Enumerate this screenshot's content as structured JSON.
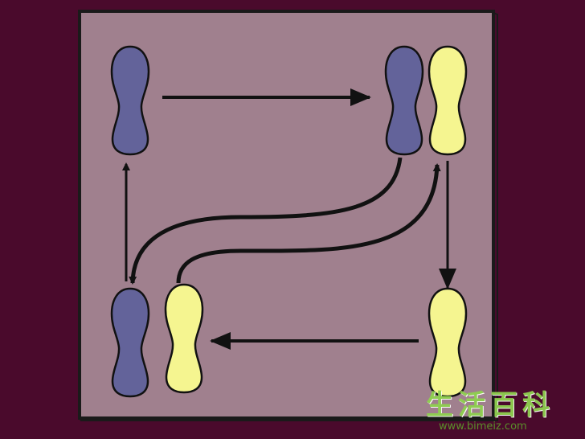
{
  "colors": {
    "background": "#4a0a2c",
    "board": "#a0808e",
    "board_border": "#1a1a1a",
    "left_foot": "#63639a",
    "right_foot": "#f5f590",
    "arrow": "#111111",
    "watermark_green": "#8fd14f"
  },
  "diagram": {
    "steps": [
      {
        "position": "top-left",
        "feet": [
          "left"
        ]
      },
      {
        "position": "top-right",
        "feet": [
          "left",
          "right"
        ]
      },
      {
        "position": "bottom-right",
        "feet": [
          "right"
        ]
      },
      {
        "position": "bottom-left",
        "feet": [
          "left",
          "right"
        ]
      }
    ],
    "arrows": [
      {
        "from": "top-left",
        "to": "top-right"
      },
      {
        "from": "top-right",
        "to": "bottom-right"
      },
      {
        "from": "bottom-right",
        "to": "bottom-left"
      },
      {
        "from": "bottom-left",
        "to": "top-left"
      },
      {
        "from": "top-right-left-foot",
        "to": "bottom-left-left-foot",
        "shape": "curve"
      },
      {
        "from": "bottom-left-right-foot",
        "to": "top-right-right-foot",
        "shape": "curve"
      }
    ]
  },
  "watermark": {
    "chars": "生活百科",
    "url": "www.bimeiz.com"
  }
}
